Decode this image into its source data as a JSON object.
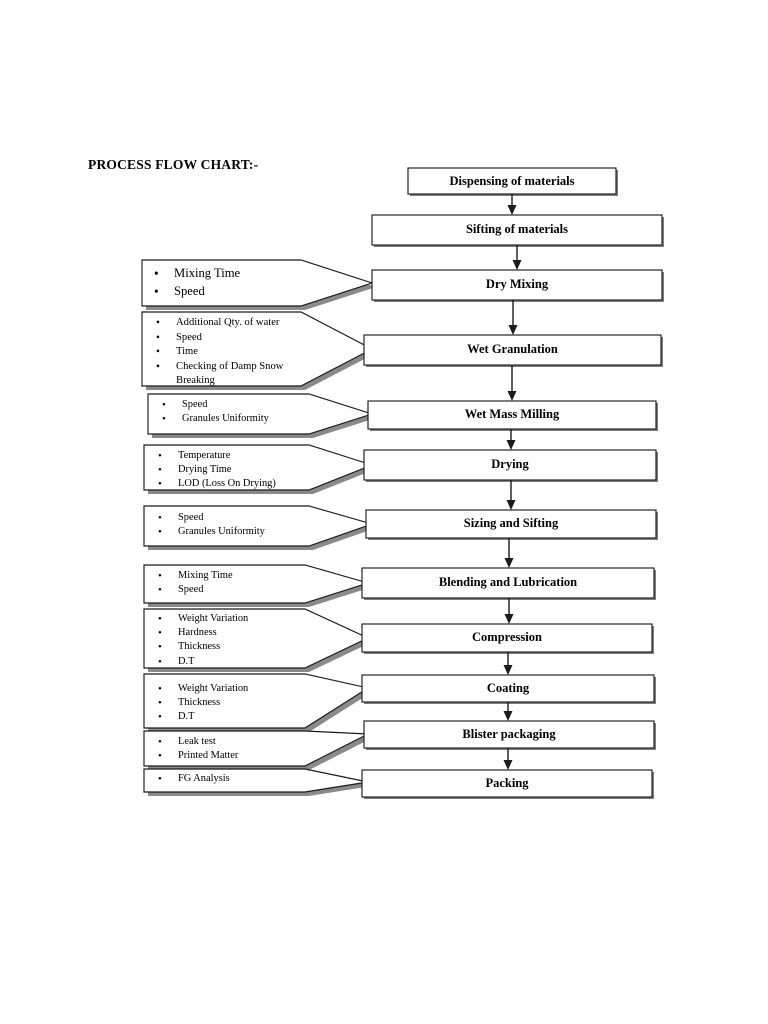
{
  "document": {
    "title": "PROCESS FLOW CHART:-"
  },
  "chart_data": {
    "type": "diagram",
    "diagram_kind": "process-flowchart",
    "title": "PROCESS FLOW CHART:-",
    "orientation": "top-to-bottom",
    "process_steps": [
      "Dispensing of materials",
      "Sifting of materials",
      "Dry Mixing",
      "Wet Granulation",
      "Wet Mass Milling",
      "Drying",
      "Sizing and Sifting",
      "Blending and Lubrication",
      "Compression",
      "Coating",
      "Blister packaging",
      "Packing"
    ],
    "control_parameters": [
      {
        "target_step": "Dry Mixing",
        "items": [
          "Mixing Time",
          "Speed"
        ]
      },
      {
        "target_step": "Wet Granulation",
        "items": [
          "Additional Qty. of water",
          "Speed",
          "Time",
          "Checking of Damp Snow Breaking"
        ]
      },
      {
        "target_step": "Wet Mass Milling",
        "items": [
          "Speed",
          "Granules Uniformity"
        ]
      },
      {
        "target_step": "Drying",
        "items": [
          "Temperature",
          "Drying Time",
          "LOD (Loss On Drying)"
        ]
      },
      {
        "target_step": "Sizing and Sifting",
        "items": [
          "Speed",
          "Granules Uniformity"
        ]
      },
      {
        "target_step": "Blending and Lubrication",
        "items": [
          "Mixing Time",
          "Speed"
        ]
      },
      {
        "target_step": "Compression",
        "items": [
          "Weight Variation",
          "Hardness",
          "Thickness",
          "D.T"
        ]
      },
      {
        "target_step": "Coating",
        "items": [
          "Weight Variation",
          "Thickness",
          "D.T"
        ]
      },
      {
        "target_step": "Blister packaging",
        "items": [
          "Leak test",
          "Printed Matter"
        ]
      },
      {
        "target_step": "Packing",
        "items": [
          "FG Analysis"
        ]
      }
    ]
  },
  "flow": {
    "boxes": [
      {
        "id": "dispensing",
        "label": "Dispensing of materials"
      },
      {
        "id": "sifting",
        "label": "Sifting of materials"
      },
      {
        "id": "dry-mixing",
        "label": "Dry Mixing"
      },
      {
        "id": "wet-granulation",
        "label": "Wet Granulation"
      },
      {
        "id": "wet-mass-milling",
        "label": "Wet Mass Milling"
      },
      {
        "id": "drying",
        "label": "Drying"
      },
      {
        "id": "sizing-sifting",
        "label": "Sizing and Sifting"
      },
      {
        "id": "blending-lubrication",
        "label": "Blending and Lubrication"
      },
      {
        "id": "compression",
        "label": "Compression"
      },
      {
        "id": "coating",
        "label": "Coating"
      },
      {
        "id": "blister-packaging",
        "label": "Blister packaging"
      },
      {
        "id": "packing",
        "label": "Packing"
      }
    ],
    "callouts": [
      {
        "id": "callout-dry-mixing",
        "lines": [
          "Mixing Time",
          "Speed"
        ]
      },
      {
        "id": "callout-wet-granulation",
        "lines": [
          "Additional Qty. of water",
          "Speed",
          "Time",
          "Checking of Damp Snow"
        ],
        "continuation": "Breaking"
      },
      {
        "id": "callout-wet-mass-milling",
        "lines": [
          "Speed",
          "Granules Uniformity"
        ]
      },
      {
        "id": "callout-drying",
        "lines": [
          "Temperature",
          "Drying Time",
          "LOD (Loss On Drying)"
        ]
      },
      {
        "id": "callout-sizing-sifting",
        "lines": [
          "Speed",
          "Granules Uniformity"
        ]
      },
      {
        "id": "callout-blending",
        "lines": [
          "Mixing Time",
          "Speed"
        ]
      },
      {
        "id": "callout-compression",
        "lines": [
          "Weight Variation",
          "Hardness",
          "Thickness",
          "D.T"
        ]
      },
      {
        "id": "callout-coating",
        "lines": [
          "Weight Variation",
          "Thickness",
          "D.T"
        ]
      },
      {
        "id": "callout-blister",
        "lines": [
          "Leak test",
          "Printed Matter"
        ]
      },
      {
        "id": "callout-packing",
        "lines": [
          "FG Analysis"
        ]
      }
    ],
    "bullet_glyph": "•"
  },
  "colors": {
    "page_background": "#ffffff",
    "stroke": "#1b1b1b",
    "shadow": "#808080",
    "text": "#000000"
  }
}
